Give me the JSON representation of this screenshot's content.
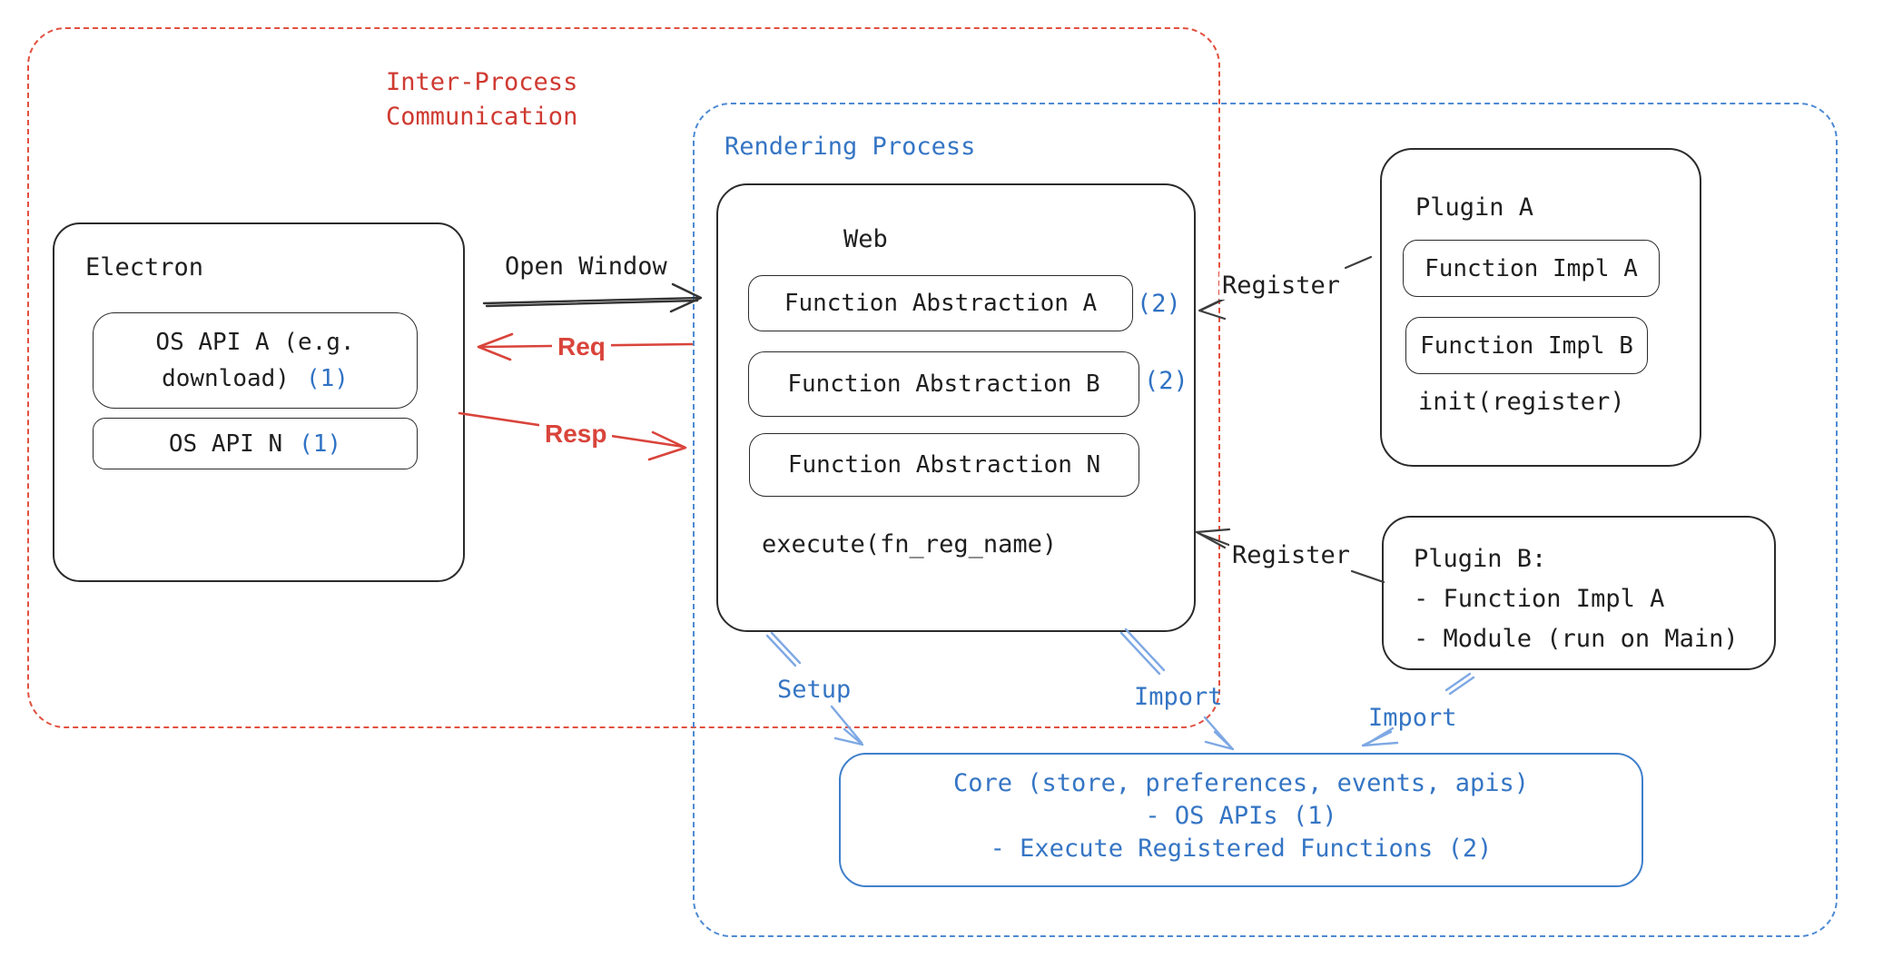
{
  "labels": {
    "ipc_line1": "Inter-Process",
    "ipc_line2": "Communication",
    "rendering": "Rendering Process",
    "open_window": "Open Window",
    "req": "Req",
    "resp": "Resp",
    "register_upper": "Register",
    "register_lower": "Register",
    "setup": "Setup",
    "import_left": "Import",
    "import_right": "Import"
  },
  "electron": {
    "title": "Electron",
    "api_a_line1": "OS API A (e.g.",
    "api_a_line2": "download)",
    "api_a_badge": "(1)",
    "api_n_label": "OS API N",
    "api_n_badge": "(1)"
  },
  "web": {
    "title": "Web",
    "fa_a": "Function Abstraction A",
    "fa_a_badge": "(2)",
    "fa_b": "Function Abstraction B",
    "fa_b_badge": "(2)",
    "fa_n": "Function Abstraction N",
    "execute": "execute(fn_reg_name)"
  },
  "plugin_a": {
    "title": "Plugin A",
    "impl_a": "Function Impl A",
    "impl_b": "Function Impl B",
    "init": "init(register)"
  },
  "plugin_b": {
    "line1": "Plugin B:",
    "line2": "- Function Impl A",
    "line3": "- Module (run on Main)"
  },
  "core": {
    "line1": "Core (store, preferences, events, apis)",
    "line2": "- OS APIs (1)",
    "line3": "- Execute Registered Functions (2)"
  },
  "colors": {
    "red_dashed_frame": "#e2503f",
    "red_text": "#cf3a31",
    "red_arrows": "#d9443b",
    "blue_text": "#3575c4",
    "blue_dashed_frame": "#4e8ad2",
    "blue_badges": "#2f72c4",
    "light_blue_arrows": "#7ea8e4",
    "black_ink": "#1f1f1f"
  }
}
